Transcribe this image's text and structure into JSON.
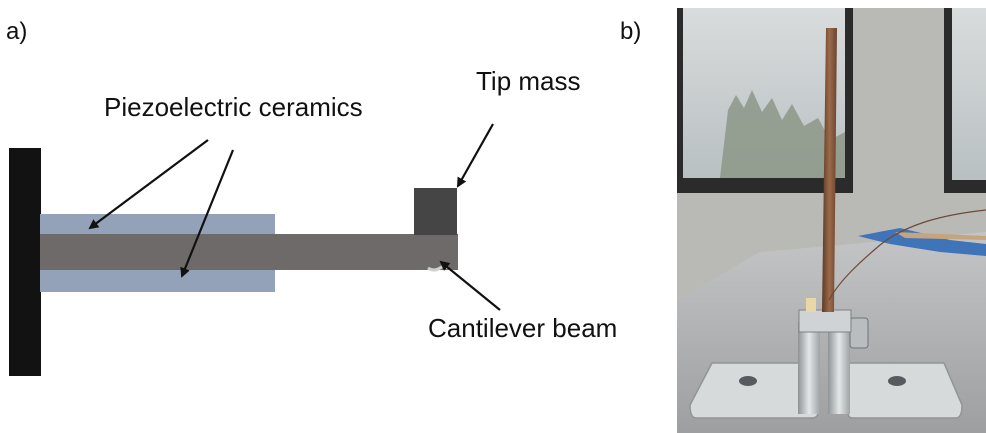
{
  "panel_a": {
    "label": "a)",
    "callouts": {
      "piezo": "Piezoelectric ceramics",
      "tip_mass": "Tip mass",
      "beam": "Cantilever beam"
    }
  },
  "panel_b": {
    "label": "b)"
  },
  "colors": {
    "clamp": "#121212",
    "piezo": "#93a2b8",
    "beam": "#6e6a6a",
    "tip_mass": "#454545",
    "arrow": "#111111"
  }
}
